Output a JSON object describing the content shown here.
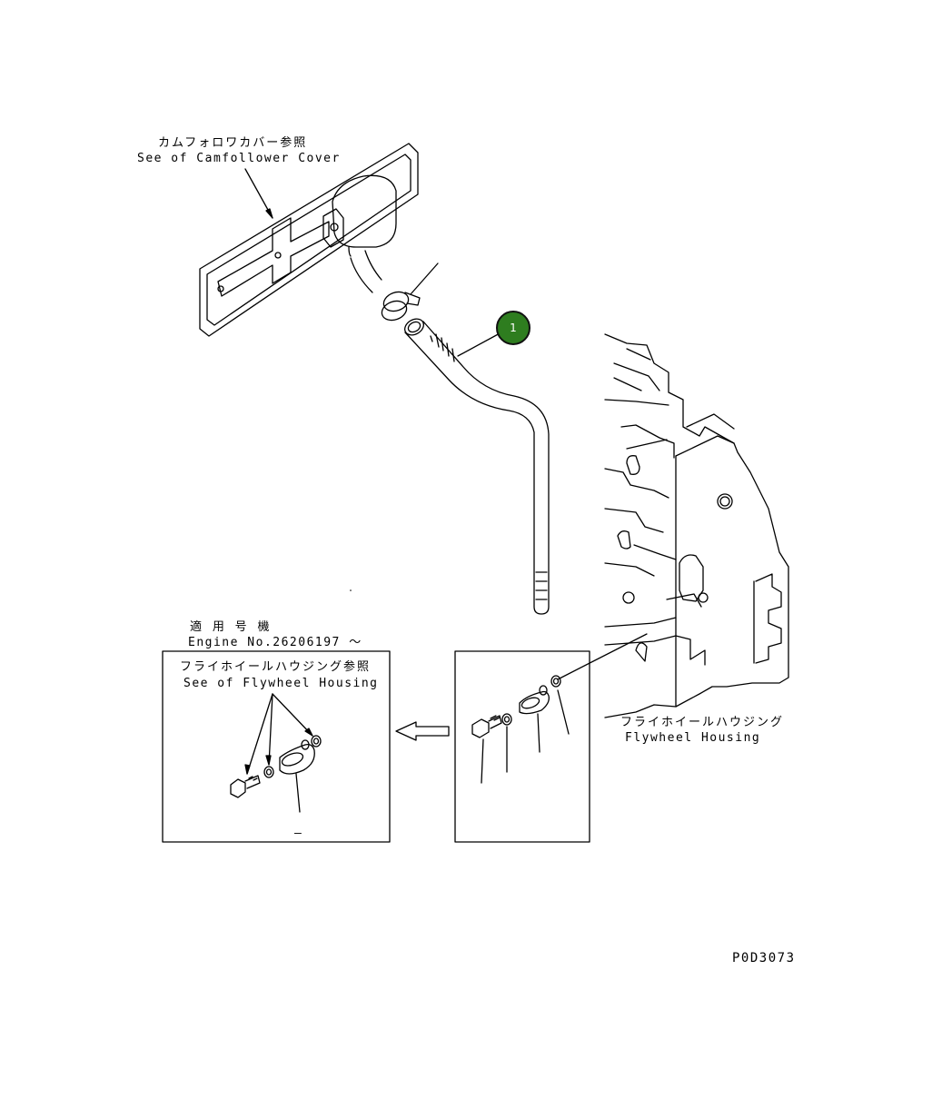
{
  "labels": {
    "camfollower_jp": "カムフォロワカバー参照",
    "camfollower_en": "See of Camfollower Cover",
    "applicable_jp": "適 用 号 機",
    "engine_no": "Engine No.26206197 〜",
    "flywheel_ref_jp": "フライホイールハウジング参照",
    "flywheel_ref_en": "See of Flywheel Housing",
    "flywheel_jp": "フライホイールハウジング",
    "flywheel_en": "Flywheel Housing",
    "drawing_code": "P0D3073"
  },
  "callouts": [
    {
      "number": "1",
      "color": "#2e7d1f"
    }
  ],
  "small_mark": "–"
}
